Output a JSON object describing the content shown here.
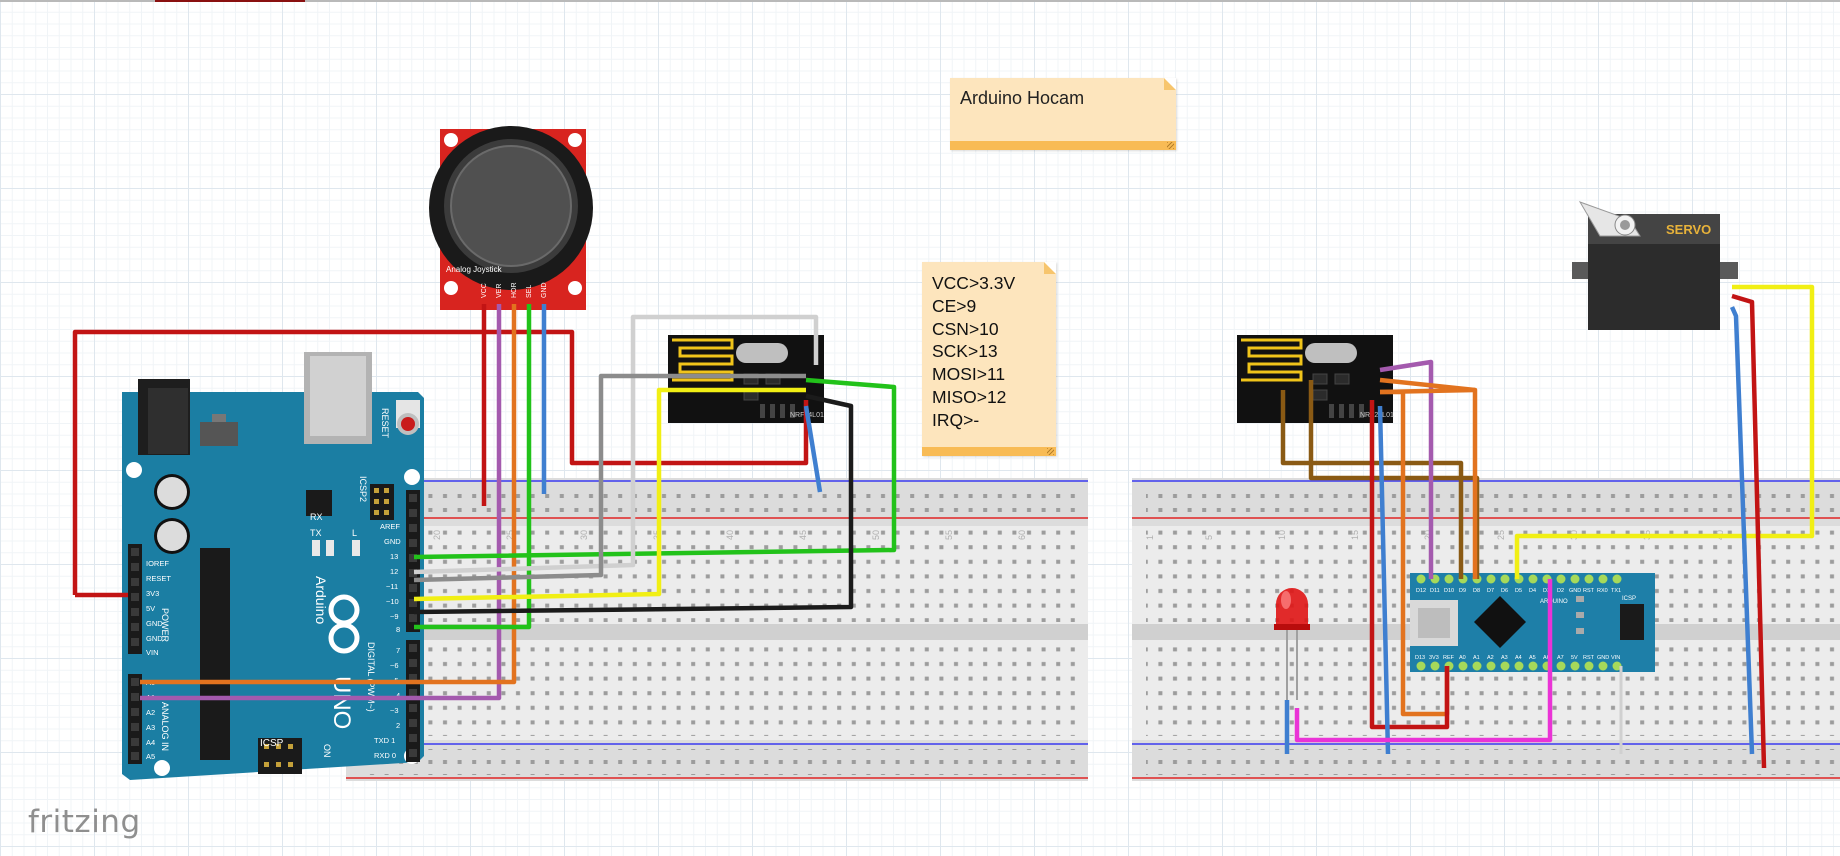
{
  "app": {
    "logo_text": "fritzing"
  },
  "notes": {
    "title_note": "Arduino Hocam",
    "pin_note": [
      "VCC>3.3V",
      "CE>9",
      "CSN>10",
      "SCK>13",
      "MOSI>11",
      "MISO>12",
      "IRQ>-"
    ]
  },
  "parts": {
    "joystick": {
      "label": "Analog Joystick",
      "pins": [
        "VCC",
        "VER",
        "HOR",
        "SEL",
        "GND"
      ]
    },
    "nrf_tx_label": "NRF24L01",
    "nrf_rx_label": "NRF24L01",
    "servo_label": "SERVO",
    "arduino_uno": {
      "brand": "Arduino",
      "model": "UNO",
      "reset_label": "RESET",
      "icsp_label": "ICSP2",
      "icsp_bottom_label": "ICSP",
      "power_label": "POWER",
      "analog_label": "ANALOG IN",
      "digital_label": "DIGITAL (PWM~)",
      "on_label": "ON",
      "power_pins": [
        "IOREF",
        "RESET",
        "3V3",
        "5V",
        "GND",
        "GND",
        "VIN"
      ],
      "analog_pins": [
        "A0",
        "A1",
        "A2",
        "A3",
        "A4",
        "A5"
      ],
      "digital_pins_top": [
        "AREF",
        "GND",
        "13",
        "12",
        "~11",
        "~10",
        "~9",
        "8"
      ],
      "digital_pins_bottom": [
        "7",
        "~6",
        "~5",
        "4",
        "~3",
        "2",
        "TXD 1",
        "RXD 0"
      ],
      "tx_label": "TX",
      "rx_label": "RX",
      "l_label": "L"
    },
    "arduino_nano": {
      "label": "ARDUINO",
      "top_pins": [
        "D12",
        "D11",
        "D10",
        "D9",
        "D8",
        "D7",
        "D6",
        "D5",
        "D4",
        "D3",
        "D2",
        "GND",
        "RST",
        "RX0",
        "TX1"
      ],
      "bottom_pins": [
        "D13",
        "3V3",
        "REF",
        "A0",
        "A1",
        "A2",
        "A3",
        "A4",
        "A5",
        "A6",
        "A7",
        "5V",
        "RST",
        "GND",
        "VIN"
      ],
      "icsp_label": "ICSP"
    },
    "breadboard_numbers": [
      "20",
      "25",
      "30",
      "35",
      "40",
      "45",
      "50",
      "55",
      "60"
    ],
    "breadboard2_numbers": [
      "1",
      "5",
      "10",
      "15",
      "20",
      "25",
      "30",
      "35",
      "40"
    ]
  },
  "colors": {
    "uno_blue": "#1b7ea3",
    "joystick_red": "#d8241f",
    "wire_red": "#c21414",
    "wire_green": "#22c21a",
    "wire_yellow": "#f1ef14",
    "wire_white": "#d0d0d0",
    "wire_gray": "#8c8c8c",
    "wire_black": "#1b1b1b",
    "wire_orange": "#e2731f",
    "wire_purple": "#a45aae",
    "wire_blue": "#3f7fd0",
    "wire_brown": "#8a5a14",
    "wire_magenta": "#ea33d6",
    "note_bg": "#fde5bd",
    "note_bar": "#f8bb55"
  }
}
